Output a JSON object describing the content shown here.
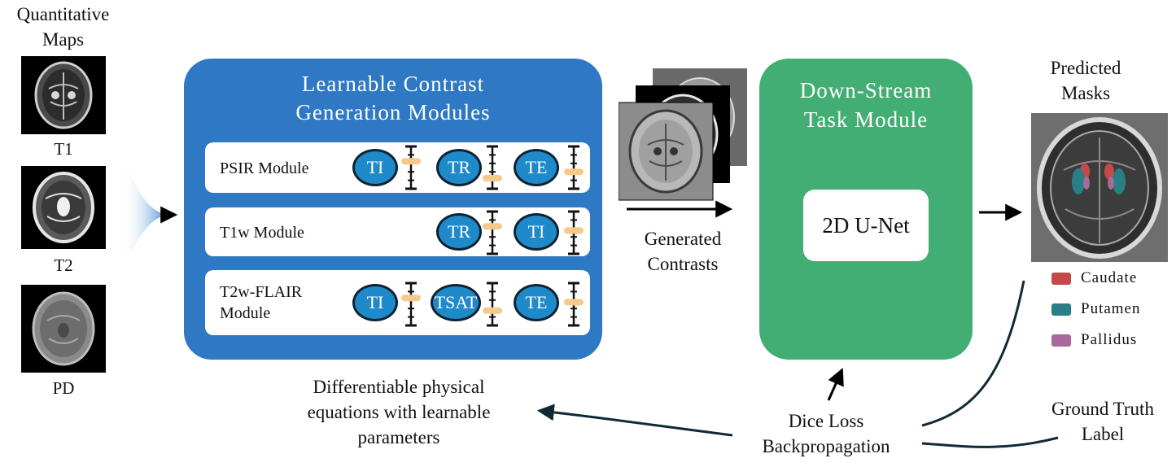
{
  "inputs": {
    "title_line1": "Quantitative",
    "title_line2": "Maps",
    "maps": [
      {
        "label": "T1"
      },
      {
        "label": "T2"
      },
      {
        "label": "PD"
      }
    ]
  },
  "contrast_block": {
    "title_line1": "Learnable Contrast",
    "title_line2": "Generation Modules",
    "modules": [
      {
        "label_line1": "PSIR Module",
        "label_line2": "",
        "params": [
          "TI",
          "TR",
          "TE"
        ]
      },
      {
        "label_line1": "T1w Module",
        "label_line2": "",
        "params": [
          "TR",
          "TI"
        ]
      },
      {
        "label_line1": "T2w-FLAIR",
        "label_line2": "Module",
        "params": [
          "TI",
          "TSAT",
          "TE"
        ]
      }
    ]
  },
  "generated": {
    "line1": "Generated",
    "line2": "Contrasts"
  },
  "downstream": {
    "title_line1": "Down-Stream",
    "title_line2": "Task Module",
    "network": "2D U-Net"
  },
  "output": {
    "title_line1": "Predicted",
    "title_line2": "Masks"
  },
  "legend": [
    {
      "label": "Caudate",
      "color": "#c44a4a"
    },
    {
      "label": "Putamen",
      "color": "#2a7f86"
    },
    {
      "label": "Pallidus",
      "color": "#a86a98"
    }
  ],
  "equations_note": {
    "line1": "Differentiable physical",
    "line2": "equations with learnable",
    "line3": "parameters"
  },
  "loss": {
    "line1": "Dice Loss",
    "line2": "Backpropagation"
  },
  "ground_truth": {
    "line1": "Ground Truth",
    "line2": "Label"
  }
}
